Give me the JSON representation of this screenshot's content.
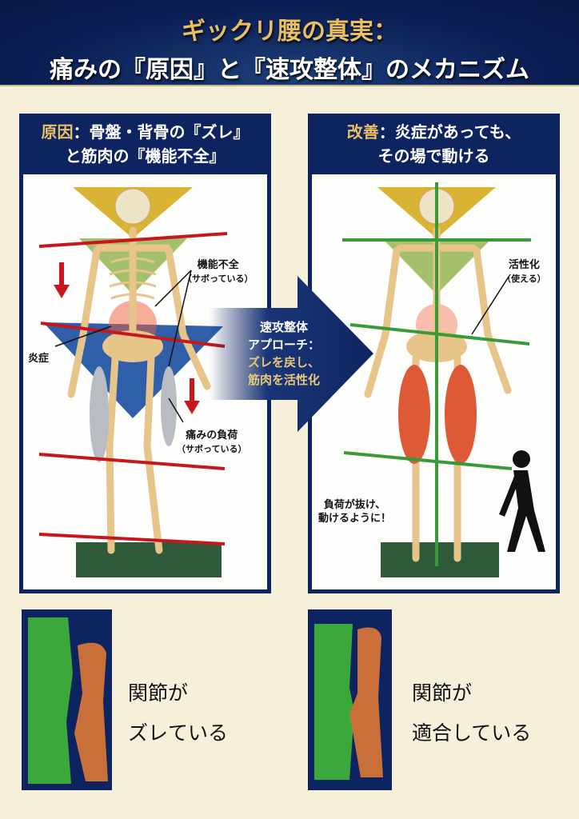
{
  "header": {
    "title_line1": "ギックリ腰の真実：",
    "title_line2": "痛みの『原因』と『速攻整体』のメカニズム"
  },
  "left_panel": {
    "heading_accent": "原因",
    "heading_rest1": "：骨盤・背骨の『ズレ』",
    "heading_line2": "と筋肉の『機能不全』",
    "labels": {
      "dysfunction": "機能不全",
      "dysfunction_sub": "（サボっている）",
      "inflammation": "炎症",
      "load": "痛みの負荷",
      "load_sub": "（サボっている）"
    }
  },
  "arrow": {
    "line1": "速攻整体",
    "line2": "アプローチ：",
    "line3": "ズレを戻し、",
    "line4": "筋肉を活性化"
  },
  "right_panel": {
    "heading_accent": "改善",
    "heading_rest1": "：炎症があっても、",
    "heading_line2": "その場で動ける",
    "labels": {
      "activation": "活性化",
      "activation_sub": "（使える）",
      "released1": "負荷が抜け、",
      "released2": "動けるように！"
    }
  },
  "joints": [
    {
      "line1": "関節が",
      "line2": "ズレている"
    },
    {
      "line1": "関節が",
      "line2": "適合している"
    }
  ],
  "colors": {
    "navy": "#0e2460",
    "gold": "#e8bf62",
    "red": "#c8161d",
    "green": "#3a9a3a"
  }
}
